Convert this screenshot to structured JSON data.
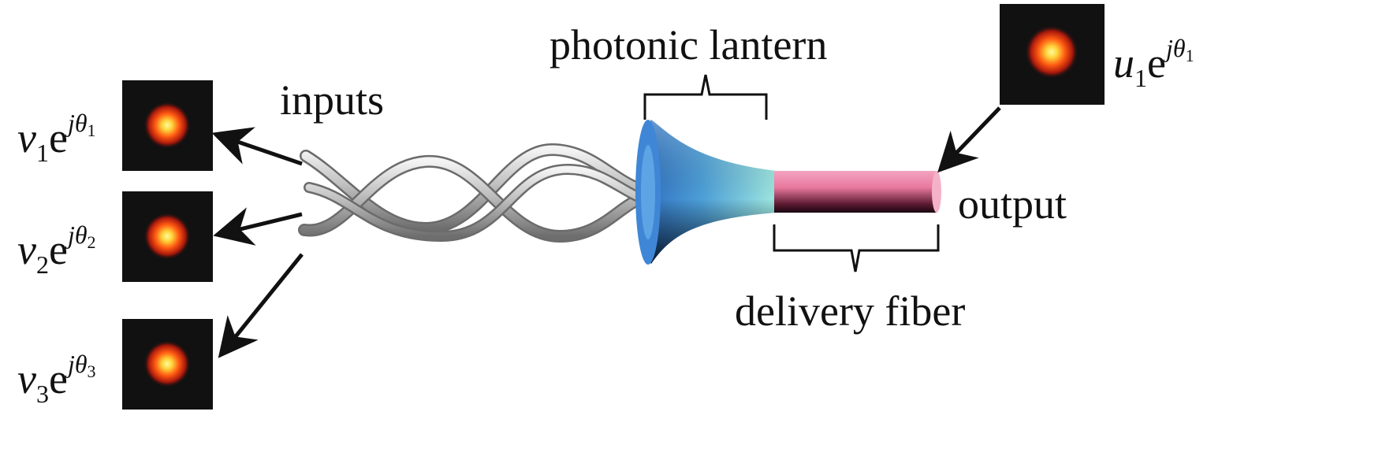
{
  "labels": {
    "photonic_lantern": "photonic lantern",
    "inputs": "inputs",
    "output": "output",
    "delivery_fiber": "delivery fiber"
  },
  "equations": {
    "v1": {
      "base": "v",
      "sub": "1",
      "e": "e",
      "sup": "jθ",
      "supsub": "1"
    },
    "v2": {
      "base": "v",
      "sub": "2",
      "e": "e",
      "sup": "jθ",
      "supsub": "2"
    },
    "v3": {
      "base": "v",
      "sub": "3",
      "e": "e",
      "sup": "jθ",
      "supsub": "3"
    },
    "u1": {
      "base": "u",
      "sub": "1",
      "e": "e",
      "sup": "jθ",
      "supsub": "1"
    }
  },
  "colors": {
    "mode_box": "#111111",
    "spot_core": "#fff06a",
    "spot_mid": "#ff6a1a",
    "spot_edge": "#a8180c",
    "lantern_blue": "#3a7fd0",
    "lantern_cyan": "#8fe3e0",
    "delivery_fiber": "#e8789e",
    "fiber_strand": "#c8c8c8",
    "arrow": "#111111"
  }
}
